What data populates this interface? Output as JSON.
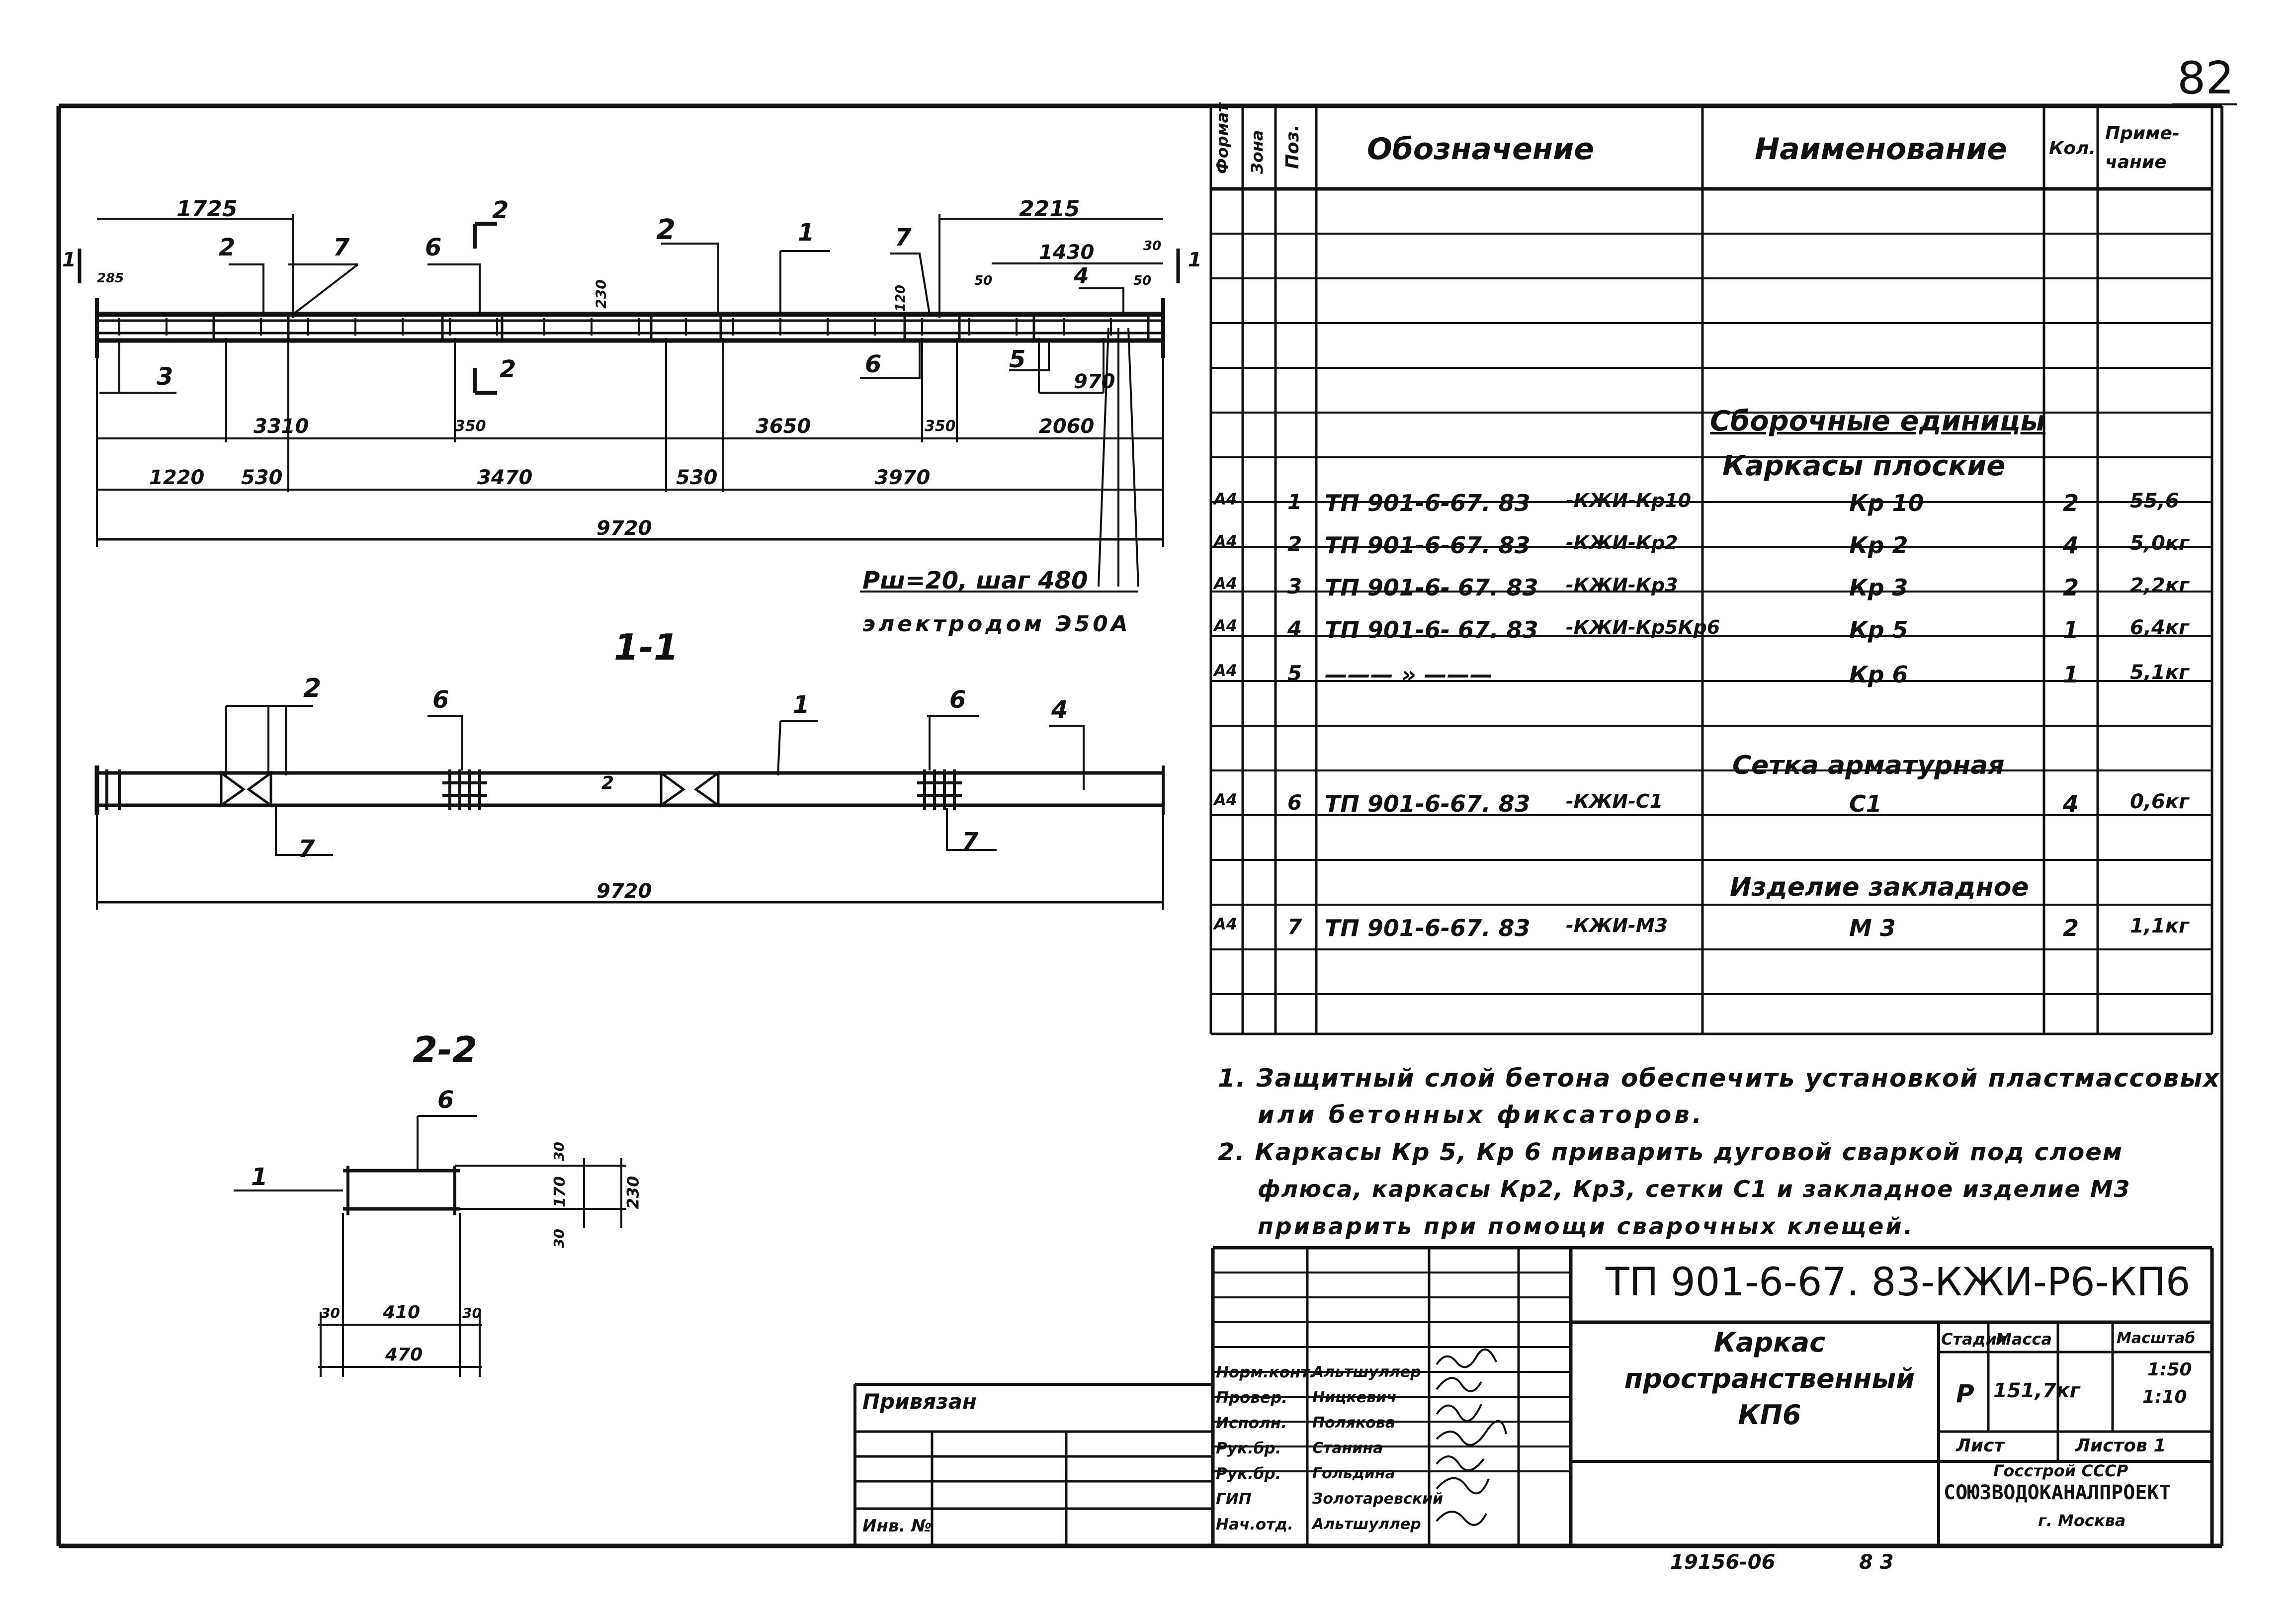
{
  "sheet_number": "82",
  "spec_table": {
    "headers": {
      "format": "Формат",
      "zone": "Зона",
      "pos": "Поз.",
      "designation": "Обозначение",
      "name": "Наименование",
      "qty": "Кол.",
      "note": "Приме-\nчание"
    },
    "sections": [
      "Сборочные единицы",
      "Каркасы плоские",
      "Сетка арматурная",
      "Изделие закладное"
    ],
    "rows": [
      {
        "format": "А4",
        "pos": "1",
        "designation": "ТП 901-6-67. 83",
        "code": "-КЖИ-Кр10",
        "name": "Кр 10",
        "qty": "2",
        "note": "55,6"
      },
      {
        "format": "А4",
        "pos": "2",
        "designation": "ТП 901-6-67. 83",
        "code": "-КЖИ-Кр2",
        "name": "Кр 2",
        "qty": "4",
        "note": "5,0кг"
      },
      {
        "format": "А4",
        "pos": "3",
        "designation": "ТП 901-6- 67. 83",
        "code": "-КЖИ-Кр3",
        "name": "Кр 3",
        "qty": "2",
        "note": "2,2кг"
      },
      {
        "format": "А4",
        "pos": "4",
        "designation": "ТП 901-6- 67. 83",
        "code": "-КЖИ-Кр5Кр6",
        "name": "Кр 5",
        "qty": "1",
        "note": "6,4кг"
      },
      {
        "format": "А4",
        "pos": "5",
        "designation": "——— » ———",
        "code": "",
        "name": "Кр 6",
        "qty": "1",
        "note": "5,1кг"
      },
      {
        "format": "А4",
        "pos": "6",
        "designation": "ТП 901-6-67. 83",
        "code": "-КЖИ-С1",
        "name": "С1",
        "qty": "4",
        "note": "0,6кг"
      },
      {
        "format": "А4",
        "pos": "7",
        "designation": "ТП 901-6-67. 83",
        "code": "-КЖИ-М3",
        "name": "М 3",
        "qty": "2",
        "note": "1,1кг"
      }
    ]
  },
  "notes": {
    "n1_line1": "1. Защитный слой бетона обеспечить установкой пластмассовых",
    "n1_line2": "или бетонных фиксаторов.",
    "n2_line1": "2. Каркасы Кр 5, Кр 6 приварить дуговой сваркой под слоем",
    "n2_line2": "флюса, каркасы Кр2, Кр3, сетки С1 и закладное изделие М3",
    "n2_line3": "приварить при помощи сварочных клещей."
  },
  "views": {
    "plan": {
      "dims_top": {
        "left": "1725",
        "right": "2215",
        "sub_right": "1430",
        "small_30": "30",
        "small_50a": "50",
        "small_50b": "50",
        "small_285": "285",
        "h230": "230",
        "h120": "120"
      },
      "dims_mid": {
        "a": "3310",
        "b": "350",
        "c": "3650",
        "d": "350",
        "e": "2060",
        "f": "970"
      },
      "dims_low": {
        "a": "1220",
        "b": "530",
        "c": "3470",
        "d": "530",
        "e": "3970"
      },
      "total": "9720",
      "positions": {
        "p2a": "2",
        "p7a": "7",
        "p6a": "6",
        "p2b": "2",
        "p1": "1",
        "p7b": "7",
        "p4": "4",
        "p3": "3",
        "p6b": "6",
        "p5": "5"
      },
      "cut_mark": "2",
      "section_mark": "1",
      "weld_note1": "Рш=20, шаг 480",
      "weld_note2": "электродом Э50А"
    },
    "section11": {
      "title": "1-1",
      "total": "9720",
      "positions": {
        "p2": "2",
        "p6a": "6",
        "p1": "1",
        "p6b": "6",
        "p4": "4",
        "p7a": "7",
        "p7b": "7",
        "p2in": "2"
      }
    },
    "section22": {
      "title": "2-2",
      "pos6": "6",
      "pos1": "1",
      "d30a": "30",
      "d170": "170",
      "d30b": "30",
      "d230": "230",
      "d30c": "30",
      "d410": "410",
      "d30d": "30",
      "d470": "470"
    }
  },
  "title_block": {
    "code": "ТП 901-6-67. 83-КЖИ-Р6-КП6",
    "object_name": "Каркас\nпространственный\nКП6",
    "stage_label": "Стадия",
    "mass_label": "Масса",
    "scale_label": "Масштаб",
    "stage": "Р",
    "mass": "151,7кг",
    "scale1": "1:50",
    "scale2": "1:10",
    "sheet_label": "Лист",
    "sheets_label": "Листов 1",
    "org1": "Госстрой СССР",
    "org2": "СОЮЗВОДОКАНАЛПРОЕКТ",
    "org3": "г. Москва",
    "roles": [
      {
        "role": "Норм.конт.",
        "name": "Альтшуллер"
      },
      {
        "role": "Провер.",
        "name": "Ницкевич"
      },
      {
        "role": "Исполн.",
        "name": "Полякова"
      },
      {
        "role": "Рук.бр.",
        "name": "Станина"
      },
      {
        "role": "Рук.бр.",
        "name": "Гольдина"
      },
      {
        "role": "ГИП",
        "name": "Золотаревский"
      },
      {
        "role": "Нач.отд.",
        "name": "Альтшуллер"
      }
    ],
    "bound": "Привязан",
    "inv": "Инв. №"
  },
  "bottom_stamp": {
    "number": "19156-06",
    "sheet": "8 3"
  }
}
